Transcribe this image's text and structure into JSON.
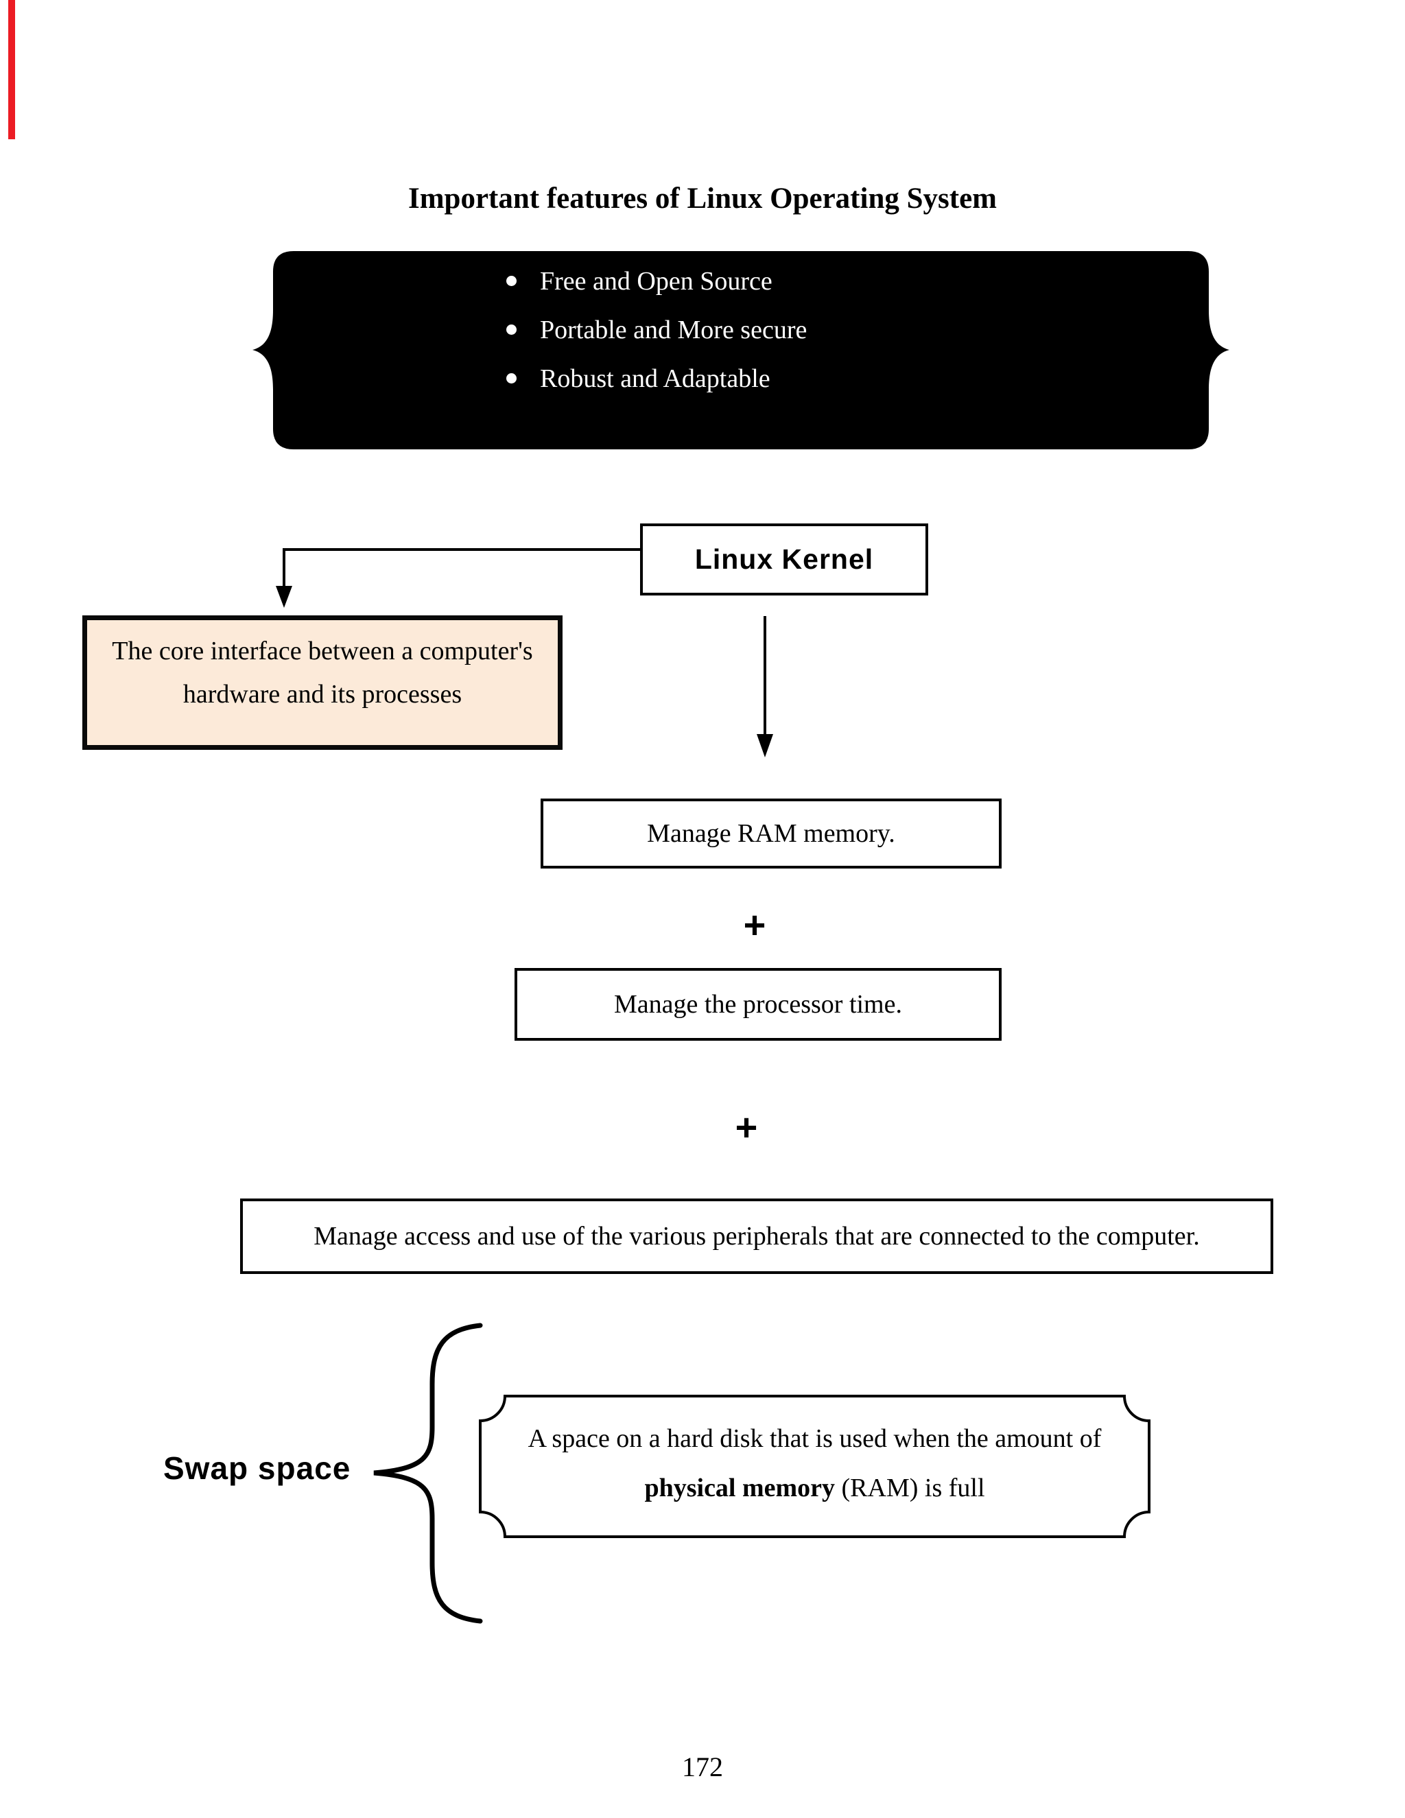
{
  "title": "Important features of Linux Operating System",
  "features": {
    "items": [
      "Free and Open Source",
      "Portable and More secure",
      "Robust and Adaptable"
    ]
  },
  "kernel": {
    "label": "Linux Kernel",
    "definition_line1": "The core interface between a computer's",
    "definition_line2": "hardware and its processes"
  },
  "functions": {
    "plus": "+",
    "ram": "Manage RAM memory.",
    "processor": "Manage the processor time.",
    "peripherals": "Manage access and use of the various peripherals that are connected to the computer."
  },
  "swap": {
    "label": "Swap space",
    "definition_line1": "A space on a hard disk that is used when the amount of",
    "definition_bold": "physical memory",
    "definition_rest": " (RAM) is full"
  },
  "page": {
    "number": "172"
  },
  "colors": {
    "panel_black": "#000000",
    "definition_box_bg": "#fcead9",
    "margin_mark_red": "#ec1c24"
  }
}
